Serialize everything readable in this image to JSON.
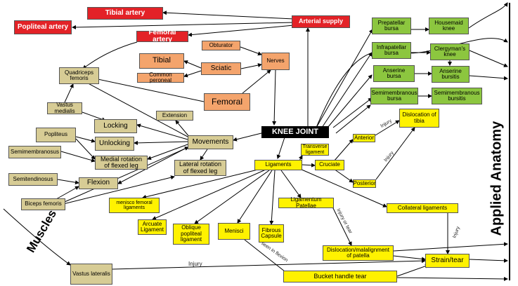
{
  "colors": {
    "arterial": "#e32227",
    "nerve": "#f4a46c",
    "bursa": "#8cc63f",
    "ligament": "#fff200",
    "muscle": "#d7cc95",
    "center": "#000000"
  },
  "arterial": {
    "tibial_artery": "Tibial artery",
    "popliteal_artery": "Popliteal artery",
    "femoral_artery": "Femoral artery",
    "arterial_supply": "Arterial supply"
  },
  "nerves": {
    "obturator": "Obturator",
    "tibial": "Tibial",
    "sciatic": "Sciatic",
    "common_peroneal": "Common peroneal",
    "femoral": "Femoral",
    "nerves": "Nerves"
  },
  "bursae": {
    "prepatellar": "Prepatellar bursa",
    "housemaid": "Housemaid knee",
    "infrapatellar": "Infrapatellar bursa",
    "clergyman": "Clergyman's knee",
    "anserine": "Anserine bursa",
    "anserine_bursitis": "Anserine bursitis",
    "semimembranous": "Semimembranous bursa",
    "semimembranous_bursitis": "Semimembranous bursitis"
  },
  "center": "KNEE JOINT",
  "muscles": {
    "quadriceps": "Quadriceps femoris",
    "vastus_medialis": "Vastus medialis",
    "popliteus": "Popliteus",
    "semimembranosus": "Semimembranosus",
    "semitendinosus": "Semitendinosus",
    "biceps": "Biceps femoris",
    "vastus_lateralis": "Vastus lateralis"
  },
  "movements": {
    "movements": "Movements",
    "extension": "Extension",
    "locking": "Locking",
    "unlocking": "Unlocking",
    "medial_rotation": "Medial rotation of flexed leg",
    "flexion": "Flexion",
    "lateral_rotation": "Lateral rotation of flexed leg"
  },
  "ligaments": {
    "ligaments": "Ligaments",
    "transverse": "Transverse ligament",
    "cruciate": "Cruciate",
    "anterior": "Anterior",
    "posterior": "Posterior",
    "dislocation_tibia": "Dislocation of tibia",
    "menisco_femoral": "menisco femoral ligaments",
    "arcuate": "Arcuate Ligament",
    "oblique_popliteal": "Oblique popliteal ligament",
    "menisci": "Menisci",
    "fibrous_capsule": "Fibrous Capsule",
    "ligamentum_patellae": "Ligamentum Patellae",
    "collateral": "Collateral ligaments",
    "dislocation_patella": "Dislocation/malalignment of patella",
    "strain_tear": "Strain/tear",
    "bucket_handle": "Bucket handle tear"
  },
  "edge_labels": {
    "injury_1": "Injury",
    "injury_2": "Injury",
    "injury_3": "Injury",
    "injury_or_tear": "Injury or tear",
    "seen_in_flexion": "seen in flexion",
    "injury_4": "Injury"
  },
  "side_labels": {
    "applied_anatomy": "Applied Anatomy",
    "muscles": "Muscles"
  }
}
